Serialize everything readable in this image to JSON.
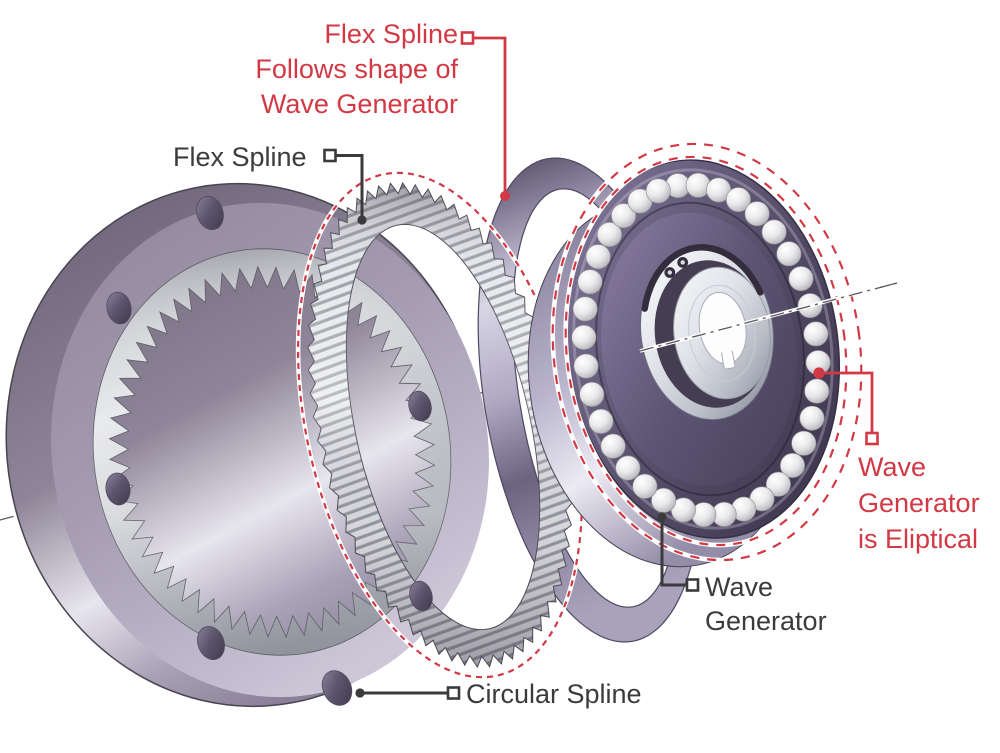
{
  "colors": {
    "accent_red": "#d23944",
    "ink_dark": "#3b3b3d",
    "centerline": "#5a5a5e"
  },
  "labels": {
    "flex_spline_follows": {
      "line1": "Flex Spline",
      "line2": "Follows shape of",
      "line3": "Wave Generator"
    },
    "flex_spline": {
      "text": "Flex Spline"
    },
    "wave_generator_elliptical": {
      "line1": "Wave",
      "line2": "Generator",
      "line3": "is Eliptical"
    },
    "wave_generator": {
      "line1": "Wave",
      "line2": "Generator"
    },
    "circular_spline": {
      "text": "Circular Spline"
    }
  },
  "illustration": {
    "gear_teeth": 56,
    "flex_serrations": 64,
    "bearing_balls": 36
  }
}
